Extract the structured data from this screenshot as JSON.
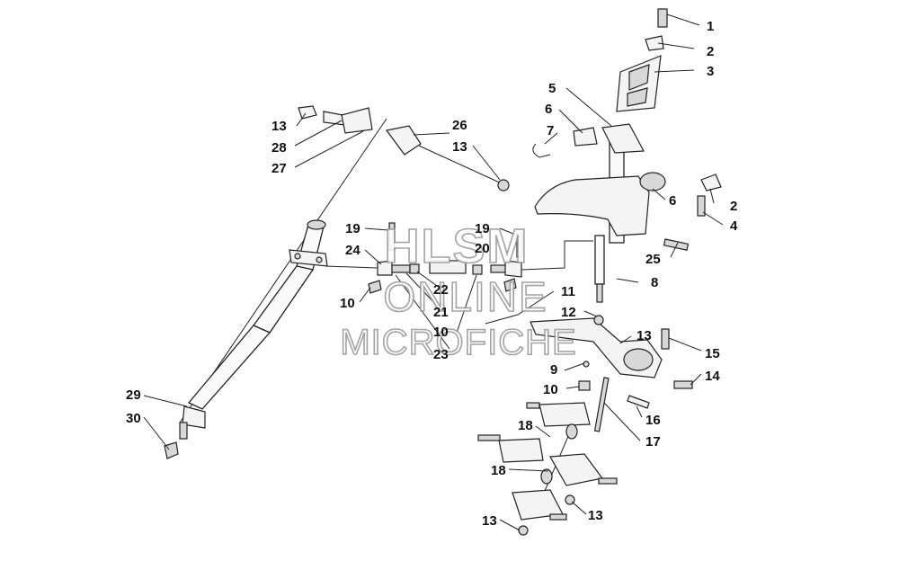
{
  "watermark": {
    "line1": "HLSM",
    "line2": "ONLINE",
    "line3": "MICROFICHE"
  },
  "callouts": {
    "c1": "1",
    "c2a": "2",
    "c3": "3",
    "c5": "5",
    "c6a": "6",
    "c7": "7",
    "c13a": "13",
    "c26": "26",
    "c13b": "13",
    "c28": "28",
    "c27": "27",
    "c6b": "6",
    "c2b": "2",
    "c4": "4",
    "c19a": "19",
    "c24": "24",
    "c19b": "19",
    "c20": "20",
    "c25": "25",
    "c8": "8",
    "c10a": "10",
    "c22": "22",
    "c21": "21",
    "c10b": "10",
    "c23": "23",
    "c11": "11",
    "c12": "12",
    "c13c": "13",
    "c15": "15",
    "c9": "9",
    "c14": "14",
    "c10c": "10",
    "c16": "16",
    "c29": "29",
    "c30": "30",
    "c18a": "18",
    "c17": "17",
    "c18b": "18",
    "c13d": "13",
    "c13e": "13"
  }
}
